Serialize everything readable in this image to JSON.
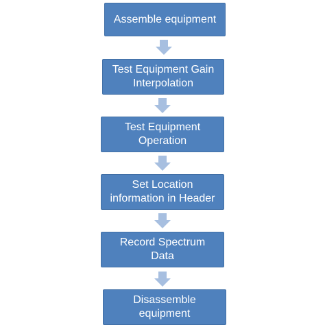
{
  "flowchart": {
    "steps": [
      {
        "label": "Assemble equipment"
      },
      {
        "label": "Test Equipment Gain\nInterpolation"
      },
      {
        "label": "Test Equipment\nOperation"
      },
      {
        "label": "Set Location\ninformation in Header"
      },
      {
        "label": "Record Spectrum\nData"
      },
      {
        "label": "Disassemble\nequipment"
      }
    ],
    "box_color": "#4f81bd",
    "arrow_color": "#a7bfe0",
    "text_color": "#ffffff"
  }
}
